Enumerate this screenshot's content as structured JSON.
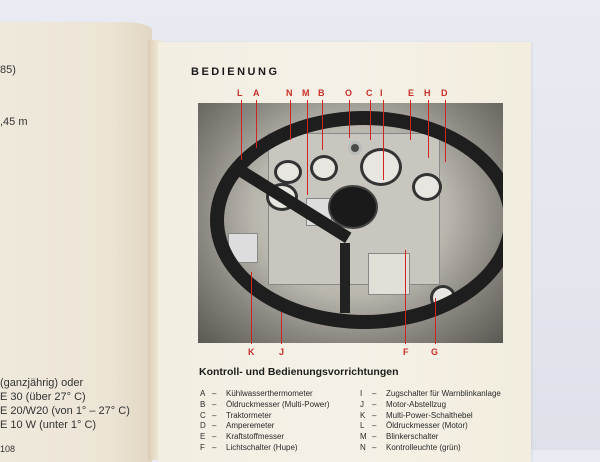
{
  "left_page": {
    "fragments_top": [
      "85)",
      ",45 m"
    ],
    "fragments_bottom": [
      "(ganzjährig) oder",
      "E 30 (über 27° C)",
      "E 20/W20 (von 1° – 27° C)",
      "E 10 W (unter 1° C)"
    ],
    "page_number": "108"
  },
  "right_page": {
    "title": "BEDIENUNG",
    "top_labels": [
      "L",
      "A",
      "N",
      "M",
      "B",
      "O",
      "C",
      "I",
      "E",
      "H",
      "D"
    ],
    "bottom_labels": [
      "K",
      "J",
      "F",
      "G"
    ],
    "label_color": "#c8302b",
    "caption": "Kontroll- und Bedienungsvorrichtungen",
    "legend_left": [
      {
        "key": "A",
        "text": "Kühlwasserthermometer"
      },
      {
        "key": "B",
        "text": "Öldruckmesser (Multi-Power)"
      },
      {
        "key": "C",
        "text": "Traktormeter"
      },
      {
        "key": "D",
        "text": "Amperemeter"
      },
      {
        "key": "E",
        "text": "Kraftstoffmesser"
      },
      {
        "key": "F",
        "text": "Lichtschalter (Hupe)"
      }
    ],
    "legend_right": [
      {
        "key": "I",
        "text": "Zugschalter für Warnblinkanlage"
      },
      {
        "key": "J",
        "text": "Motor-Abstellzug"
      },
      {
        "key": "K",
        "text": "Multi-Power-Schalthebel"
      },
      {
        "key": "L",
        "text": "Öldruckmesser (Motor)"
      },
      {
        "key": "M",
        "text": "Blinkerschalter"
      },
      {
        "key": "N",
        "text": "Kontrolleuchte (grün)"
      }
    ],
    "dash": "–"
  }
}
